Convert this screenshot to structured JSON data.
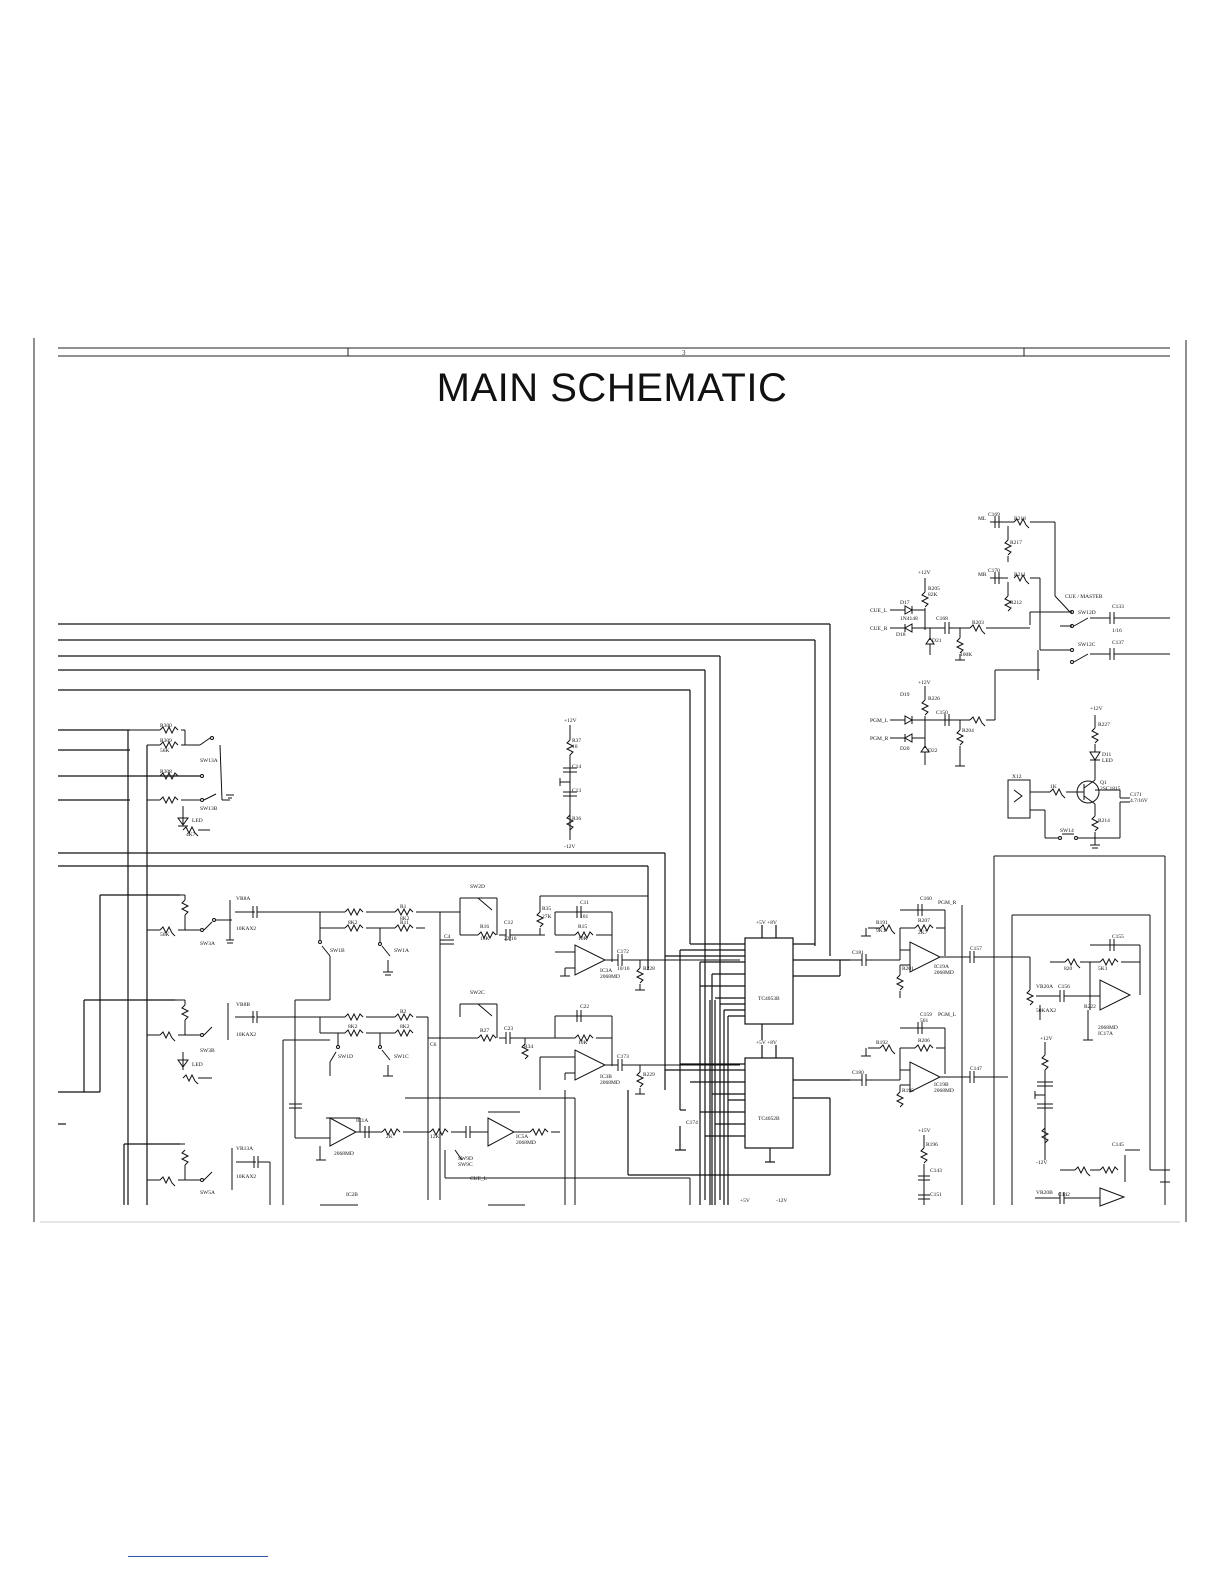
{
  "page": {
    "title": "MAIN SCHEMATIC",
    "page_number": "3"
  },
  "labels": {
    "ic_tc4053_a": "TC4053B",
    "ic_tc4052_b": "TC4052B",
    "ic3a": "IC3A",
    "ic3a_part": "2068MD",
    "ic3b": "IC3B",
    "ic3b_part": "2068MD",
    "ic19a": "IC19A",
    "ic19a_part": "2068MD",
    "ic19b": "IC19B",
    "ic19b_part": "2068MD",
    "ic17a": "IC17A",
    "ic17a_part": "2068MD",
    "ic1a": "IC1A",
    "ic1a_part": "2068MD",
    "ic5a": "IC5A",
    "ic5a_part": "2068MD",
    "ic2b": "IC2B",
    "cue_master": "CUE / MASTER",
    "cue_l": "CUE_L",
    "cue_r": "CUE_R",
    "pgm_l": "PGM_L",
    "pgm_r": "PGM_R",
    "pgm_r_out": "PGM_R",
    "pgm_l_out": "PGM_L",
    "ml": "ML",
    "mr": "MR",
    "cue_l_bottom": "CUE_L",
    "plus12v_1": "+12V",
    "plus12v_2": "+12V",
    "plus12v_3": "+12V",
    "plus12v_4": "+12V",
    "plus12v_5": "+12V",
    "minus12v_1": "-12V",
    "minus12v_2": "-12V",
    "plus15v": "+15V",
    "plus8v_a": "+5V  +8V",
    "plus8v_b": "+5V  +8V",
    "vcc_bottom": "+5V",
    "vee_bottom": "-12V",
    "sw2d": "SW2D",
    "sw2c": "SW2C",
    "sw1b": "SW1B",
    "sw1a": "SW1A",
    "sw1d": "SW1D",
    "sw1c": "SW1C",
    "sw9d": "SW9D",
    "sw9c": "SW9C",
    "sw13a": "SW13A",
    "sw13b": "SW13B",
    "sw3a": "SW3A",
    "sw3b": "SW3B",
    "sw5a": "SW5A",
    "sw12d": "SW12D",
    "sw12c": "SW12C",
    "sw14": "SW14",
    "vr8a": "VR8A",
    "vr8a_val": "10KAX2",
    "vr8b": "VR8B",
    "vr8b_val": "10KAX2",
    "vr13a": "VR13A",
    "vr13a_val": "10KAX2",
    "vr20a": "VR20A",
    "vr20a_val": "50KAX2",
    "vr20b": "VR20B",
    "q1": "Q1",
    "q1_part": "2SC1815",
    "x12": "X12",
    "d11": "D11",
    "d11_led": "LED",
    "d16_led": "LED",
    "d2_led": "LED",
    "d17": "D17",
    "d18": "D18",
    "d19": "D19",
    "d20": "D20",
    "d21": "D21",
    "d22": "D22",
    "in4148": "1N4148",
    "r300": "R300",
    "r309": "R309",
    "r308": "R308",
    "r1": "R1",
    "r2": "R2",
    "r11": "R11",
    "r35": "R35",
    "r15": "R15",
    "r16": "R16",
    "r228": "R228",
    "r229": "R229",
    "r27": "R27",
    "r34": "R34",
    "r37": "R37",
    "r36": "R36",
    "r207": "R207",
    "r206": "R206",
    "r201": "R201",
    "r191": "R191",
    "r192": "R192",
    "r203": "R203",
    "r204": "R204",
    "r205": "R205",
    "r226": "R226",
    "r227": "R227",
    "r214": "R214",
    "r195": "R195",
    "r196": "R196",
    "r222": "R222",
    "r211": "R211",
    "r212": "R212",
    "r217": "R217",
    "r218": "R218",
    "c11": "C11",
    "c12": "C12",
    "c13": "C13",
    "c14": "C14",
    "c21": "C21",
    "c22": "C22",
    "c23": "C23",
    "c4": "C4",
    "c6": "C6",
    "c172": "C172",
    "c173": "C173",
    "c174": "C174",
    "c180": "C180",
    "c181": "C181",
    "c147": "C147",
    "c157": "C157",
    "c155": "C155",
    "c156": "C156",
    "c159": "C159",
    "c160": "C160",
    "c168": "C168",
    "c169": "C169",
    "c170": "C170",
    "c171": "C171",
    "c133": "C133",
    "c137": "C137",
    "c150": "C150",
    "c145": "C145",
    "c142": "C142",
    "c143": "C143",
    "c151": "C151",
    "v_8k2": "8K2",
    "v_10k": "10K",
    "v_56k": "56K",
    "v_18k": "18K",
    "v_27k": "27K",
    "v_100k": "100K",
    "v_1k": "1K",
    "v_2k7": "2K7",
    "v_5k1": "5K1",
    "v_9k1": "9K1",
    "v_82k": "82K",
    "v_4k7": "4K7",
    "v_22_16": "22/16",
    "v_10_16": "10/16",
    "v_1_16": "1/16",
    "v_47_16v": "4.7/16V",
    "v_101": "101",
    "v_561": "561",
    "v_820": "820",
    "v_12k": "12K",
    "v_2k": "2K",
    "v_10": "10"
  }
}
